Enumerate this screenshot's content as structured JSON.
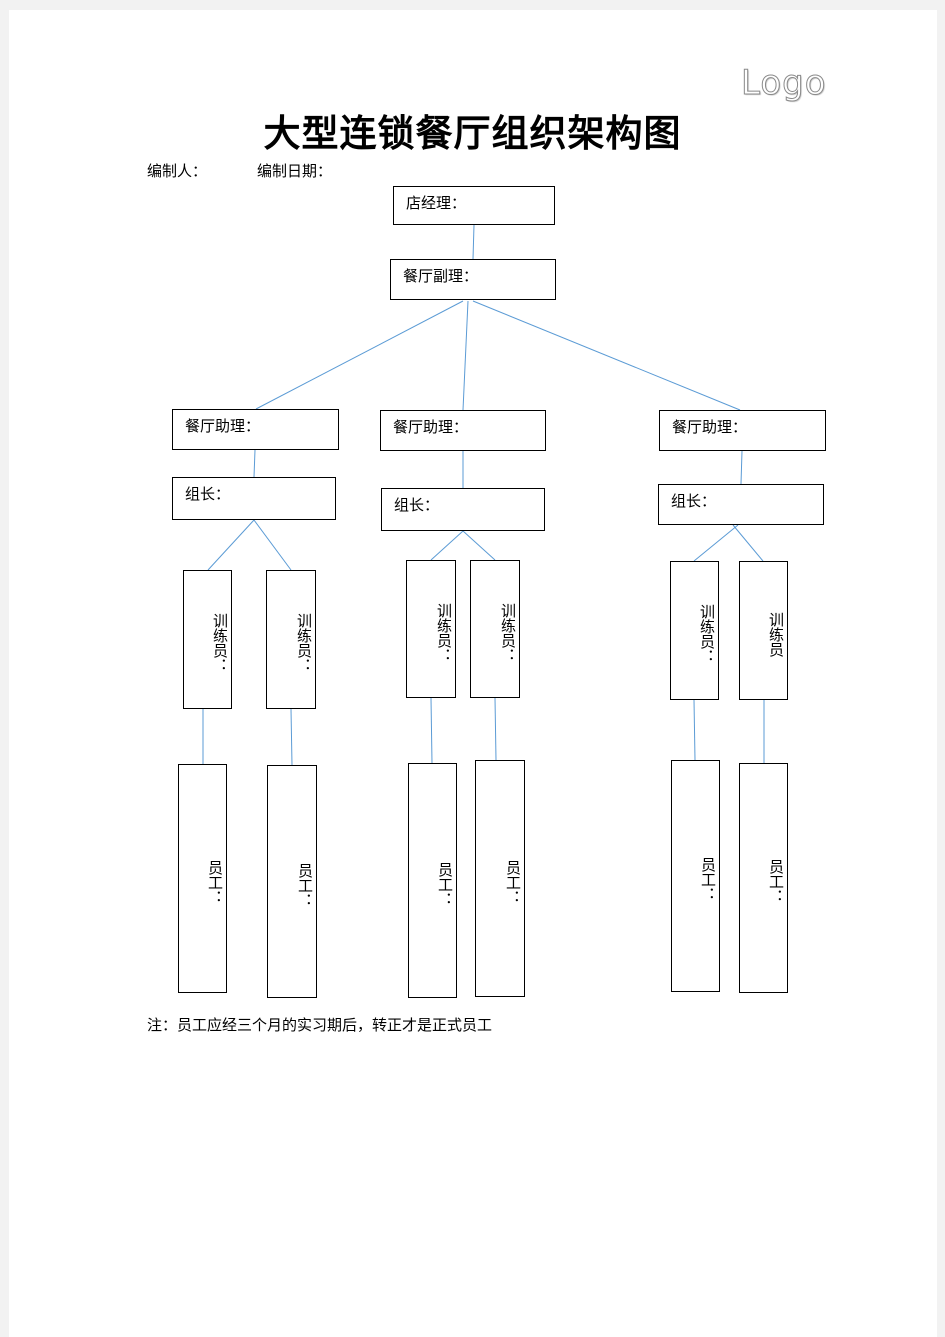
{
  "logo": "Logo",
  "title": "大型连锁餐厅组织架构图",
  "meta": {
    "author_label": "编制人：",
    "date_label": "编制日期："
  },
  "org": {
    "manager": "店经理：",
    "deputy_manager": "餐厅副理：",
    "branches": [
      {
        "assistant": "餐厅助理：",
        "team_leader": "组长：",
        "trainers": [
          "训练员：",
          "训练员："
        ],
        "staff": [
          "员工：",
          "员工："
        ]
      },
      {
        "assistant": "餐厅助理：",
        "team_leader": "组长：",
        "trainers": [
          "训练员：",
          "训练员："
        ],
        "staff": [
          "员工：",
          "员工："
        ]
      },
      {
        "assistant": "餐厅助理：",
        "team_leader": "组长：",
        "trainers": [
          "训练员：",
          "训练员"
        ],
        "staff": [
          "员工：",
          "员工："
        ]
      }
    ]
  },
  "note": "注：员工应经三个月的实习期后，转正才是正式员工",
  "colors": {
    "connector": "#5b9bd5",
    "box_border": "#000000",
    "page_bg": "#ffffff",
    "margin_bg": "#f2f2f2"
  }
}
